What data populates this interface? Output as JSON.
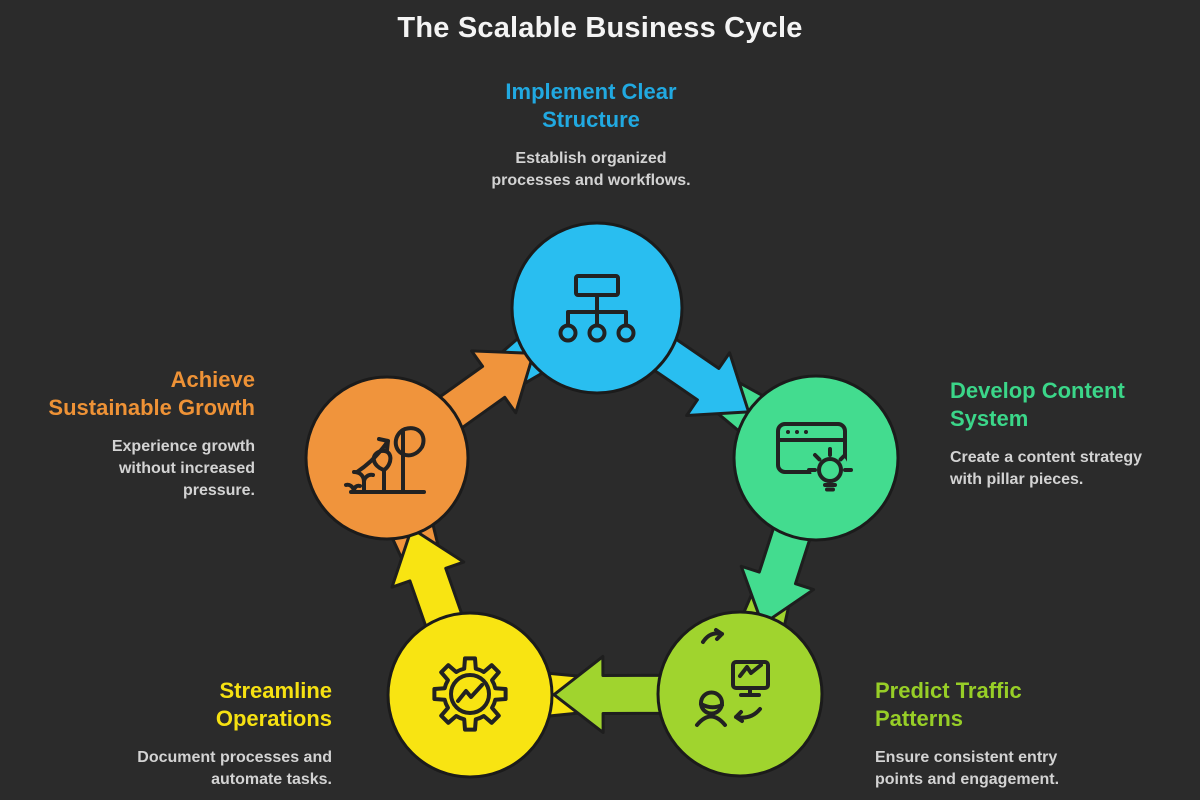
{
  "title": {
    "text": "The Scalable Business Cycle",
    "color": "#f4f4f4"
  },
  "canvas": {
    "background": "#2b2b2b",
    "outline_color": "#1e1e1e",
    "icon_stroke": "#222222",
    "text_color": "#d3d3d3"
  },
  "steps": [
    {
      "label": "Implement Clear\nStructure",
      "description": "Establish organized\nprocesses and workflows.",
      "color": "#29bef0",
      "label_color": "#21a9e1",
      "icon": "sitemap-icon"
    },
    {
      "label": "Develop Content\nSystem",
      "description": "Create a content strategy\nwith pillar pieces.",
      "color": "#43dc8f",
      "label_color": "#3bd689",
      "icon": "browser-idea-icon"
    },
    {
      "label": "Predict Traffic\nPatterns",
      "description": "Ensure consistent entry\npoints and engagement.",
      "color": "#a0d42e",
      "label_color": "#97ce27",
      "icon": "audience-sync-icon"
    },
    {
      "label": "Streamline\nOperations",
      "description": "Document processes and\nautomate tasks.",
      "color": "#f8e412",
      "label_color": "#f6e112",
      "icon": "gear-chart-icon"
    },
    {
      "label": "Achieve\nSustainable Growth",
      "description": "Experience growth\nwithout increased\npressure.",
      "color": "#f0943c",
      "label_color": "#ee9236",
      "icon": "growth-plant-icon"
    }
  ]
}
